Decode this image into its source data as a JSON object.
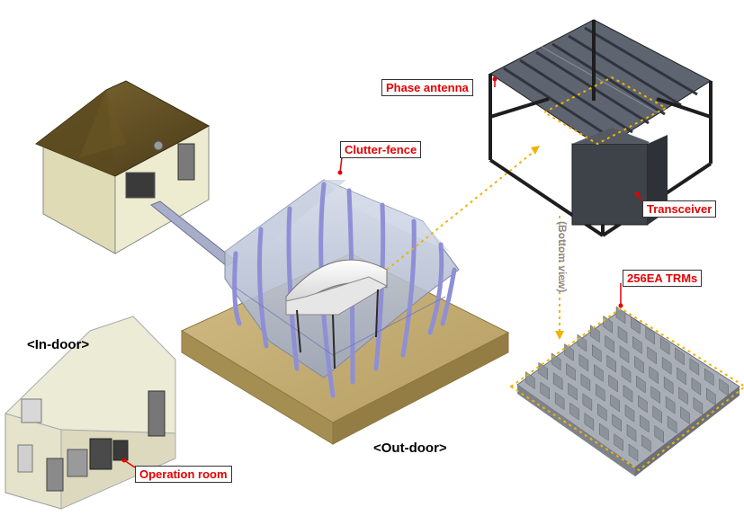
{
  "labels": {
    "phase_antenna": "Phase antenna",
    "clutter_fence": "Clutter-fence",
    "transceiver": "Transceiver",
    "bottom_view": "(Bottom view)",
    "trms": "256EA TRMs",
    "indoor": "<In-door>",
    "outdoor": "<Out-door>",
    "operation_room": "Operation room"
  },
  "colors": {
    "label_red": "#e60000",
    "leader_yellow": "#f0b400",
    "ground": "#c2ac72",
    "roof": "#6e5a2a",
    "wall": "#e8e8c8",
    "fence_glass": "#b8c2d6",
    "fence_post": "#8f8fd6",
    "frame_dark": "#2b2b2b",
    "trm_gray": "#9aa0a8"
  }
}
